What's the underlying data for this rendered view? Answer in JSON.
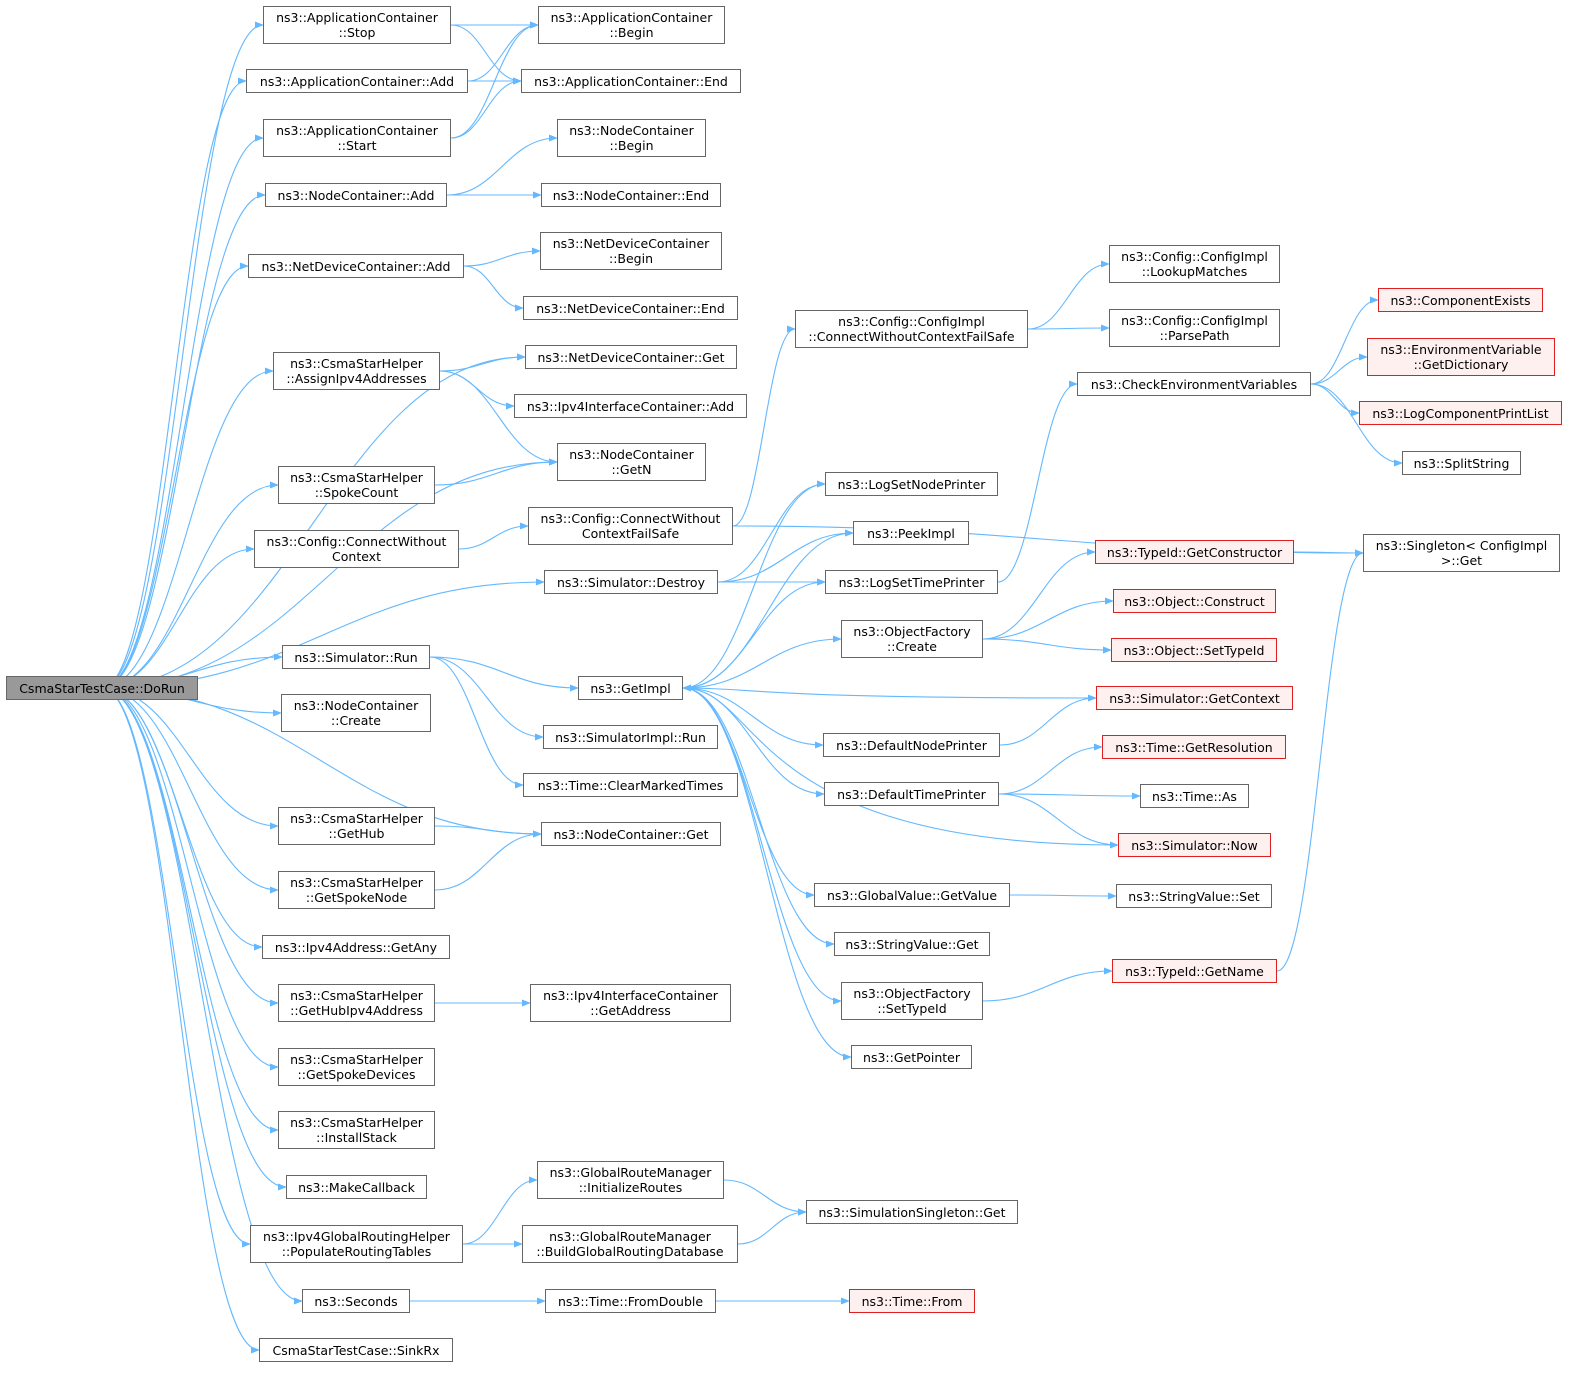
{
  "colors": {
    "edge": "#63b8ff",
    "box_border": "#666666",
    "box_border_external": "#e02020",
    "box_fill_external": "#fff0f0",
    "root_fill": "#999999"
  },
  "nodes": {
    "root": [
      "CsmaStarTestCase::DoRun"
    ],
    "appStop": [
      "ns3::ApplicationContainer",
      "::Stop"
    ],
    "appBegin": [
      "ns3::ApplicationContainer",
      "::Begin"
    ],
    "appAdd": [
      "ns3::ApplicationContainer::Add"
    ],
    "appEnd": [
      "ns3::ApplicationContainer::End"
    ],
    "appStart": [
      "ns3::ApplicationContainer",
      "::Start"
    ],
    "ncBegin": [
      "ns3::NodeContainer",
      "::Begin"
    ],
    "ncAdd": [
      "ns3::NodeContainer::Add"
    ],
    "ncEnd": [
      "ns3::NodeContainer::End"
    ],
    "ndcBegin": [
      "ns3::NetDeviceContainer",
      "::Begin"
    ],
    "ndcAdd": [
      "ns3::NetDeviceContainer::Add"
    ],
    "ndcEnd": [
      "ns3::NetDeviceContainer::End"
    ],
    "ndcGet": [
      "ns3::NetDeviceContainer::Get"
    ],
    "csAssign": [
      "ns3::CsmaStarHelper",
      "::AssignIpv4Addresses"
    ],
    "ipv4icAdd": [
      "ns3::Ipv4InterfaceContainer::Add"
    ],
    "ncGetN": [
      "ns3::NodeContainer",
      "::GetN"
    ],
    "csSpokeCount": [
      "ns3::CsmaStarHelper",
      "::SpokeCount"
    ],
    "cfgConnect": [
      "ns3::Config::ConnectWithout",
      "Context"
    ],
    "cfgConnectFS": [
      "ns3::Config::ConnectWithout",
      "ContextFailSafe"
    ],
    "cfgImplConnect": [
      "ns3::Config::ConfigImpl",
      "::ConnectWithoutContextFailSafe"
    ],
    "cfgLookup": [
      "ns3::Config::ConfigImpl",
      "::LookupMatches"
    ],
    "cfgParse": [
      "ns3::Config::ConfigImpl",
      "::ParsePath"
    ],
    "checkEnv": [
      "ns3::CheckEnvironmentVariables"
    ],
    "compExists": [
      "ns3::ComponentExists"
    ],
    "envDict": [
      "ns3::EnvironmentVariable",
      "::GetDictionary"
    ],
    "logCompPrint": [
      "ns3::LogComponentPrintList"
    ],
    "splitString": [
      "ns3::SplitString"
    ],
    "singletonGet": [
      "ns3::Singleton< ConfigImpl",
      " >::Get"
    ],
    "logSetNode": [
      "ns3::LogSetNodePrinter"
    ],
    "peekImpl": [
      "ns3::PeekImpl"
    ],
    "simDestroy": [
      "ns3::Simulator::Destroy"
    ],
    "logSetTime": [
      "ns3::LogSetTimePrinter"
    ],
    "typeIdGetCtor": [
      "ns3::TypeId::GetConstructor"
    ],
    "objConstruct": [
      "ns3::Object::Construct"
    ],
    "objFactCreate": [
      "ns3::ObjectFactory",
      "::Create"
    ],
    "objSetTypeId": [
      "ns3::Object::SetTypeId"
    ],
    "simRun": [
      "ns3::Simulator::Run"
    ],
    "getImpl": [
      "ns3::GetImpl"
    ],
    "simGetCtx": [
      "ns3::Simulator::GetContext"
    ],
    "ncCreate": [
      "ns3::NodeContainer",
      "::Create"
    ],
    "simImplRun": [
      "ns3::SimulatorImpl::Run"
    ],
    "defNodePrinter": [
      "ns3::DefaultNodePrinter"
    ],
    "timeGetRes": [
      "ns3::Time::GetResolution"
    ],
    "timeClear": [
      "ns3::Time::ClearMarkedTimes"
    ],
    "defTimePrinter": [
      "ns3::DefaultTimePrinter"
    ],
    "timeAs": [
      "ns3::Time::As"
    ],
    "csGetHub": [
      "ns3::CsmaStarHelper",
      "::GetHub"
    ],
    "ncGet": [
      "ns3::NodeContainer::Get"
    ],
    "simNow": [
      "ns3::Simulator::Now"
    ],
    "csGetSpokeNode": [
      "ns3::CsmaStarHelper",
      "::GetSpokeNode"
    ],
    "gvGetValue": [
      "ns3::GlobalValue::GetValue"
    ],
    "svSet": [
      "ns3::StringValue::Set"
    ],
    "ipv4GetAny": [
      "ns3::Ipv4Address::GetAny"
    ],
    "svGet": [
      "ns3::StringValue::Get"
    ],
    "typeIdGetName": [
      "ns3::TypeId::GetName"
    ],
    "csGetHubIpv4": [
      "ns3::CsmaStarHelper",
      "::GetHubIpv4Address"
    ],
    "ipv4icGetAddr": [
      "ns3::Ipv4InterfaceContainer",
      "::GetAddress"
    ],
    "objFactSetTypeId": [
      "ns3::ObjectFactory",
      "::SetTypeId"
    ],
    "getPointer": [
      "ns3::GetPointer"
    ],
    "csGetSpokeDevs": [
      "ns3::CsmaStarHelper",
      "::GetSpokeDevices"
    ],
    "csInstallStack": [
      "ns3::CsmaStarHelper",
      "::InstallStack"
    ],
    "grmInit": [
      "ns3::GlobalRouteManager",
      "::InitializeRoutes"
    ],
    "makeCallback": [
      "ns3::MakeCallback"
    ],
    "simSingletonGet": [
      "ns3::SimulationSingleton::Get"
    ],
    "ipv4GlobalPop": [
      "ns3::Ipv4GlobalRoutingHelper",
      "::PopulateRoutingTables"
    ],
    "grmBuild": [
      "ns3::GlobalRouteManager",
      "::BuildGlobalRoutingDatabase"
    ],
    "seconds": [
      "ns3::Seconds"
    ],
    "timeFromDouble": [
      "ns3::Time::FromDouble"
    ],
    "timeFrom": [
      "ns3::Time::From"
    ],
    "sinkRx": [
      "CsmaStarTestCase::SinkRx"
    ]
  }
}
